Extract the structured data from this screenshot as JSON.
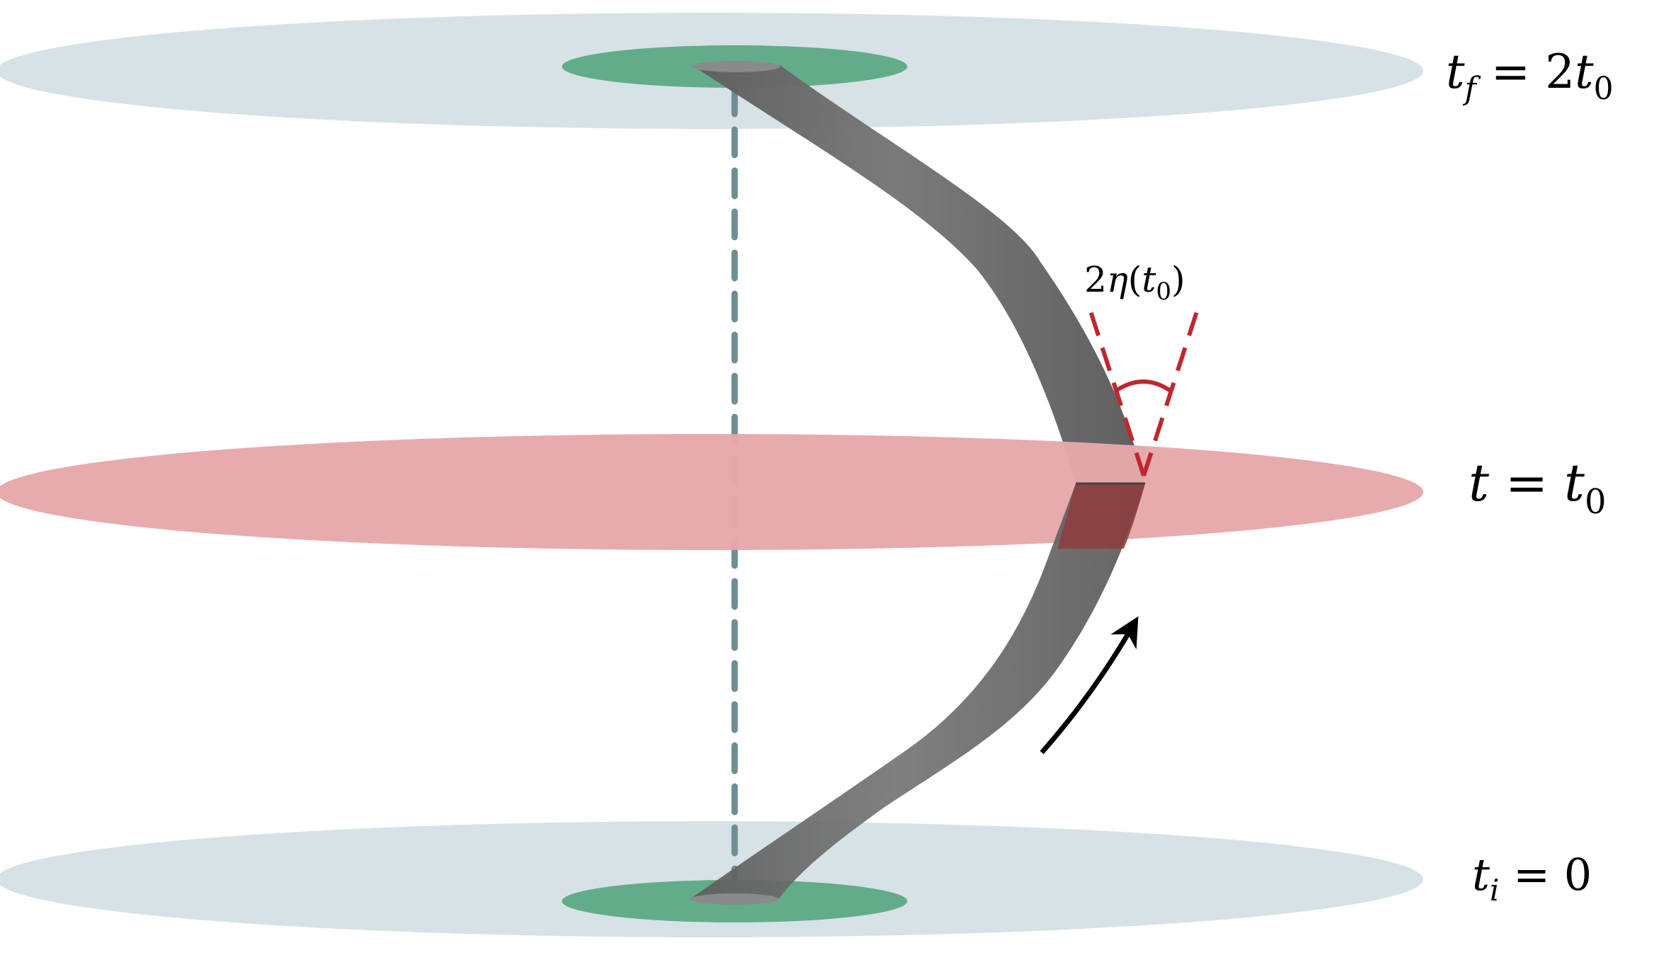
{
  "labels": {
    "top": {
      "main": "t",
      "sub": "f",
      "eq": " = 2",
      "var": "t",
      "var_sub": "0"
    },
    "middle": {
      "main": "t",
      "eq": " = ",
      "var": "t",
      "var_sub": "0"
    },
    "bottom": {
      "main": "t",
      "sub": "i",
      "eq": " = 0"
    },
    "angle": {
      "pre": "2",
      "eta": "η",
      "open": "(",
      "var": "t",
      "var_sub": "0",
      "close": ")"
    }
  },
  "colors": {
    "outer_plane": "#d6e2e6",
    "middle_plane": "#e6a8aa",
    "green_disc": "#63ac8a",
    "tube": "#6f6f6f",
    "dashed_axis": "#6e8e93",
    "angle_lines": "#c0272d",
    "arrow": "#000000"
  }
}
